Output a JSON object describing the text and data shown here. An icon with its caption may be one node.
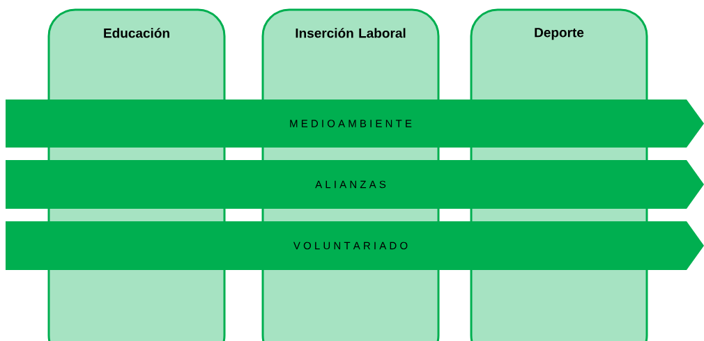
{
  "diagram": {
    "nodes": [
      {
        "text": [
          "Educación"
        ]
      },
      {
        "text": [
          "Inserción Laboral"
        ]
      },
      {
        "text": [
          "Deporte"
        ]
      },
      {
        "text": [
          "M E D I O A M B I E N T E"
        ]
      },
      {
        "text": [
          "A L I A N Z A S"
        ]
      },
      {
        "text": [
          "V O L U N T A R I A D O"
        ]
      }
    ]
  }
}
